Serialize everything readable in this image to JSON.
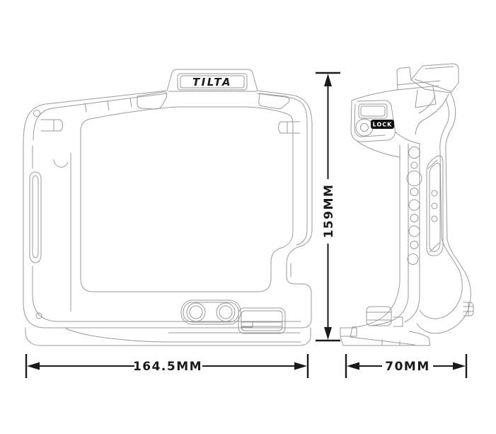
{
  "brand": {
    "logo_text": "TILTA"
  },
  "side_view": {
    "lock_label": "LOCK"
  },
  "dimensions": {
    "height": "159MM",
    "width": "164.5MM",
    "depth": "70MM"
  },
  "colors": {
    "line_art": "#9a9a9a",
    "dimension_lines": "#1a1a1a",
    "badge_background": "#111111",
    "badge_text": "#ffffff",
    "logo_text": "#1a1a1a",
    "background": "#ffffff"
  }
}
